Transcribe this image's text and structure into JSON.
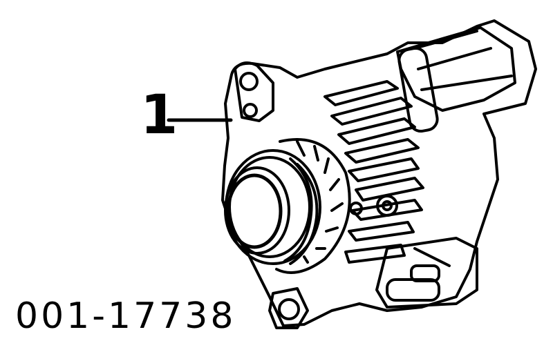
{
  "diagram": {
    "callout_label": "1",
    "part_code": "001-17738",
    "subject_icon": "alternator-drawing"
  }
}
